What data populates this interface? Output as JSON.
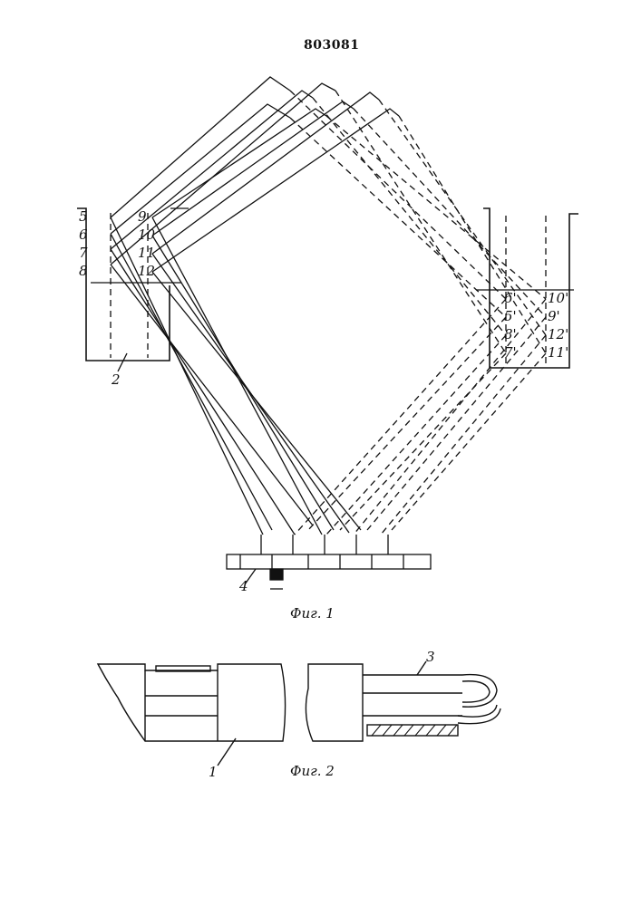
{
  "patent_number": "803081",
  "figures": [
    {
      "caption": "Фиг. 1"
    },
    {
      "caption": "Фиг. 2"
    }
  ],
  "fig1": {
    "left_bath_labels_outer": [
      "5",
      "6",
      "7",
      "8"
    ],
    "left_bath_labels_inner": [
      "9",
      "10",
      "11",
      "12"
    ],
    "right_bath_labels_inner": [
      "6'",
      "5'",
      "8'",
      "7'"
    ],
    "right_bath_labels_outer": [
      "10'",
      "9'",
      "12'",
      "11'"
    ],
    "ref_bath": "2",
    "ref_comb": "4"
  },
  "fig2": {
    "ref_block": "1",
    "ref_bundle": "3"
  },
  "colors": {
    "ink": "#111111",
    "paper": "#ffffff"
  }
}
